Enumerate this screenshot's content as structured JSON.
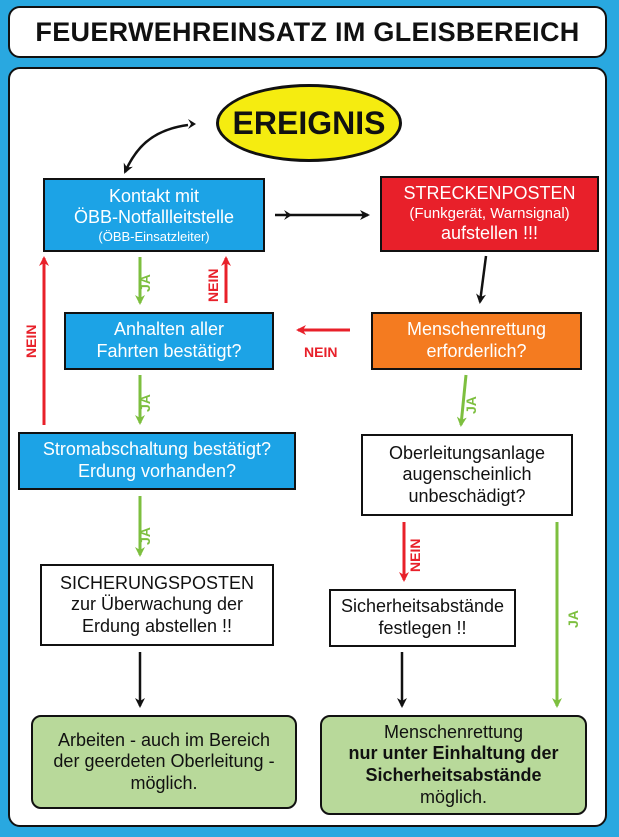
{
  "title": "FEUERWEHREINSATZ IM GLEISBEREICH",
  "start": "EREIGNIS",
  "nodes": {
    "kontakt": {
      "line1": "Kontakt mit",
      "line2": "ÖBB-Notfallleitstelle",
      "line3": "(ÖBB-Einsatzleiter)"
    },
    "streckenposten": {
      "line1": "STRECKENPOSTEN",
      "line2": "(Funkgerät, Warnsignal)",
      "line3": "aufstellen !!!"
    },
    "anhalten": {
      "line1": "Anhalten aller",
      "line2": "Fahrten bestätigt?"
    },
    "menschenrettung": {
      "line1": "Menschenrettung",
      "line2": "erforderlich?"
    },
    "strom": {
      "line1": "Stromabschaltung bestätigt?",
      "line2": "Erdung vorhanden?"
    },
    "oberleitung": {
      "line1": "Oberleitungsanlage",
      "line2": "augenscheinlich",
      "line3": "unbeschädigt?"
    },
    "sicherungsposten": {
      "line1": "SICHERUNGSPOSTEN",
      "line2": "zur Überwachung der",
      "line3": "Erdung abstellen !!"
    },
    "sicherheitsabstaende": {
      "line1": "Sicherheitsabstände",
      "line2": "festlegen !!"
    },
    "arbeiten": {
      "line1": "Arbeiten - auch im Bereich",
      "line2": "der geerdeten Oberleitung -",
      "line3": "möglich."
    },
    "rettung_final": {
      "line1": "Menschenrettung",
      "line2": "nur unter Einhaltung der",
      "line3": "Sicherheitsabstände",
      "line4": "möglich."
    }
  },
  "labels": {
    "ja": "JA",
    "nein": "NEIN"
  },
  "colors": {
    "blue": "#1ca3e6",
    "red": "#e8202a",
    "orange": "#f47b20",
    "green": "#b8d99a",
    "yellow": "#f5ec10",
    "arrow_green": "#7dbf3f",
    "arrow_red": "#e8202a"
  }
}
